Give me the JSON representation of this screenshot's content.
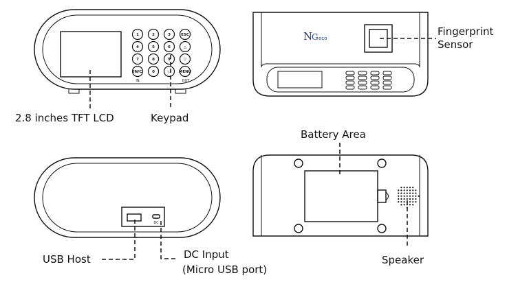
{
  "labels": {
    "lcd": "2.8 inches TFT LCD",
    "keypad": "Keypad",
    "fingerprint_line1": "Fingerprint",
    "fingerprint_line2": "Sensor",
    "battery": "Battery Area",
    "usb_host": "USB Host",
    "dc_input_line1": "DC Input",
    "dc_input_line2": "(Micro USB port)",
    "speaker": "Speaker"
  },
  "keypad_keys": [
    "1",
    "2",
    "3",
    "ESC",
    "4",
    "5",
    "6",
    "△",
    "7",
    "8",
    "9",
    "▽",
    "IN/C",
    "0",
    "▷",
    "MENU"
  ],
  "device_marks": {
    "in": "IN",
    "out": "OUT",
    "brand_n": "N",
    "brand_g": "G",
    "brand_eco": "eco",
    "dc_port": "DC"
  }
}
